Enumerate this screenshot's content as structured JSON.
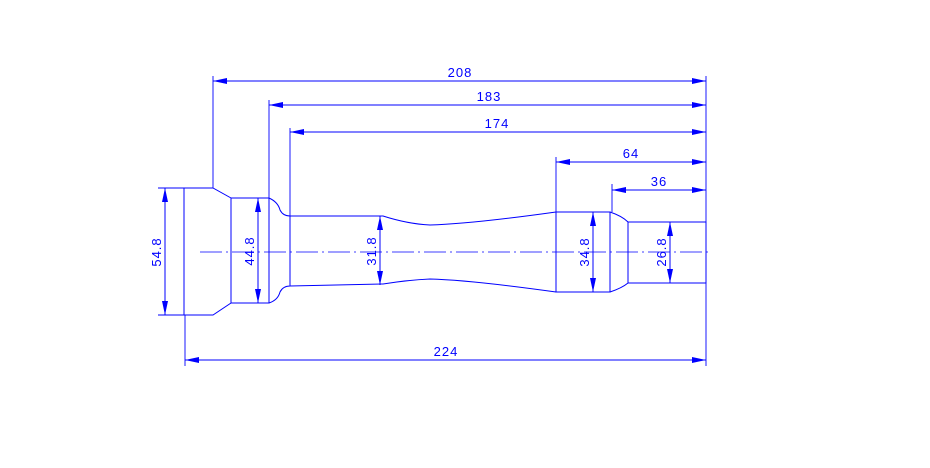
{
  "dimensions": {
    "length_overall": "224",
    "length_208": "208",
    "length_183": "183",
    "length_174": "174",
    "length_64": "64",
    "length_36": "36",
    "dia_flange": "54.8",
    "dia_collar": "44.8",
    "dia_neck": "31.8",
    "dia_boss": "34.8",
    "dia_end": "26.8"
  },
  "colors": {
    "line": "#0000ff",
    "background": "#ffffff"
  }
}
